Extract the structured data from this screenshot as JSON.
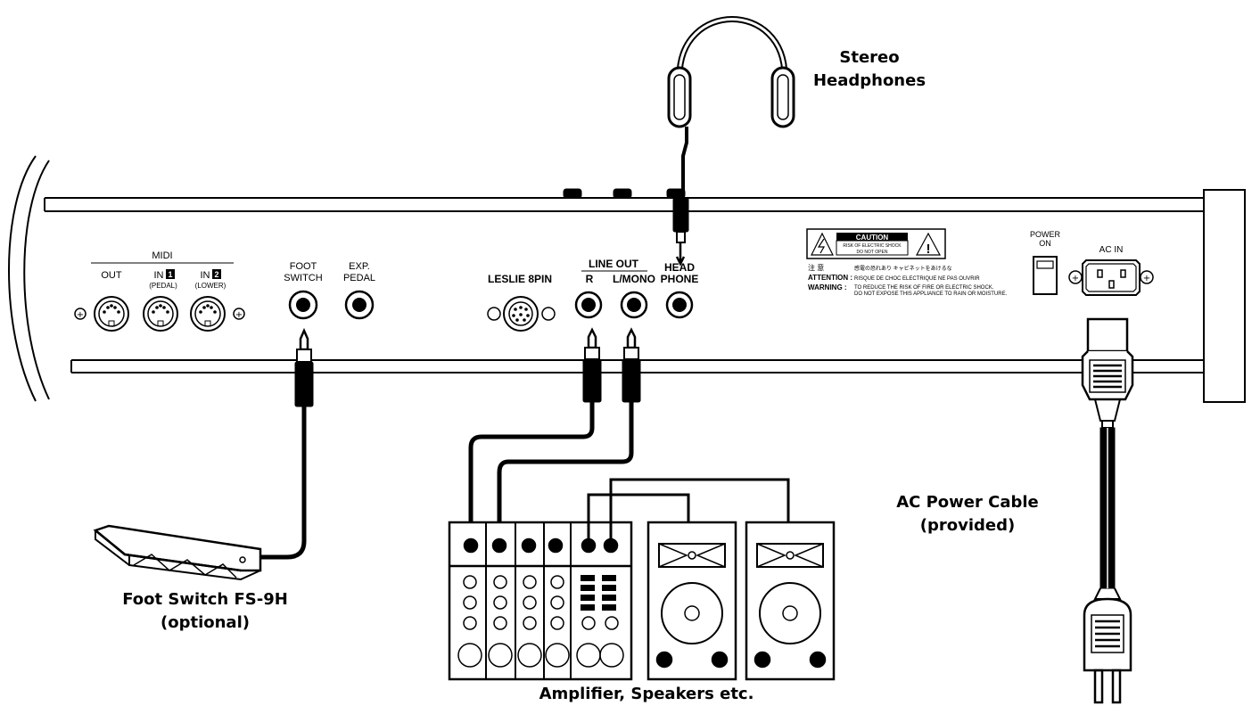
{
  "callouts": {
    "headphones": [
      "Stereo",
      "Headphones"
    ],
    "power_cable": [
      "AC Power Cable",
      "(provided)"
    ],
    "foot_switch": [
      "Foot Switch FS-9H",
      "(optional)"
    ],
    "amplifier": "Amplifier, Speakers etc."
  },
  "panel": {
    "midi": "MIDI",
    "midi_out": "OUT",
    "midi_in1": "IN",
    "midi_in1_num": "1",
    "midi_in1_sub": "(PEDAL)",
    "midi_in2": "IN",
    "midi_in2_num": "2",
    "midi_in2_sub": "(LOWER)",
    "foot_switch": [
      "FOOT",
      "SWITCH"
    ],
    "exp_pedal": [
      "EXP.",
      "PEDAL"
    ],
    "leslie": "LESLIE 8PIN",
    "line_out": "LINE OUT",
    "line_out_r": "R",
    "line_out_l": "L/MONO",
    "headphone": [
      "HEAD",
      "PHONE"
    ],
    "power": [
      "POWER",
      "ON"
    ],
    "ac_in": "AC IN",
    "caution": "CAUTION",
    "caution_sub1": "RISK OF ELECTRIC SHOCK",
    "caution_sub2": "DO NOT OPEN",
    "chui_label": "注 意",
    "chui_text": "感電の恐れあり キャビネットをあけるな",
    "attention_label": "ATTENTION :",
    "attention_text": "RISQUE DE CHOC ELECTRIQUE NE PAS OUVRIR",
    "warning_label": "WARNING :",
    "warning_text1": "TO REDUCE THE RISK OF FIRE OR ELECTRIC SHOCK.",
    "warning_text2": "DO NOT EXPOSE THIS APPLIANCE TO RAIN OR MOISTURE."
  }
}
